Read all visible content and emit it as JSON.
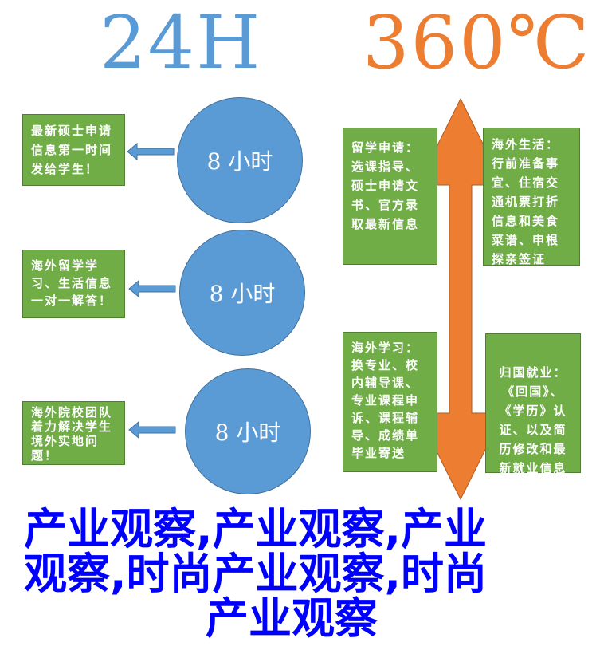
{
  "title_left": "24H",
  "title_right": "360℃",
  "circles": [
    "8 小时",
    "8 小时",
    "8 小时"
  ],
  "left_boxes": [
    "最新硕士申请信息第一时间发给学生！",
    "海外留学学习、生活信息一对一解答！",
    "海外院校团队着力解决学生境外实地问题！"
  ],
  "middle_boxes": [
    "留学申请：选课指导、硕士申请文书、官方录取最新信息",
    "海外学习：换专业、校内辅导课、专业课程申诉、课程辅导、成绩单毕业寄送"
  ],
  "right_boxes": [
    "海外生活：行前准备事宜、住宿交通机票打折信息和美食菜谱、申根探亲签证",
    "归国就业：《回国》、《学历》认证、以及简历修改和最新就业信息"
  ],
  "overlay_lines": [
    "产业观察,产业观察,产业",
    "观察,时尚产业观察,时尚",
    "产业观察"
  ],
  "colors": {
    "green": "#70ad47",
    "blue": "#5b9bd5",
    "orange": "#ed7d31",
    "overlay": "#0000ff"
  }
}
